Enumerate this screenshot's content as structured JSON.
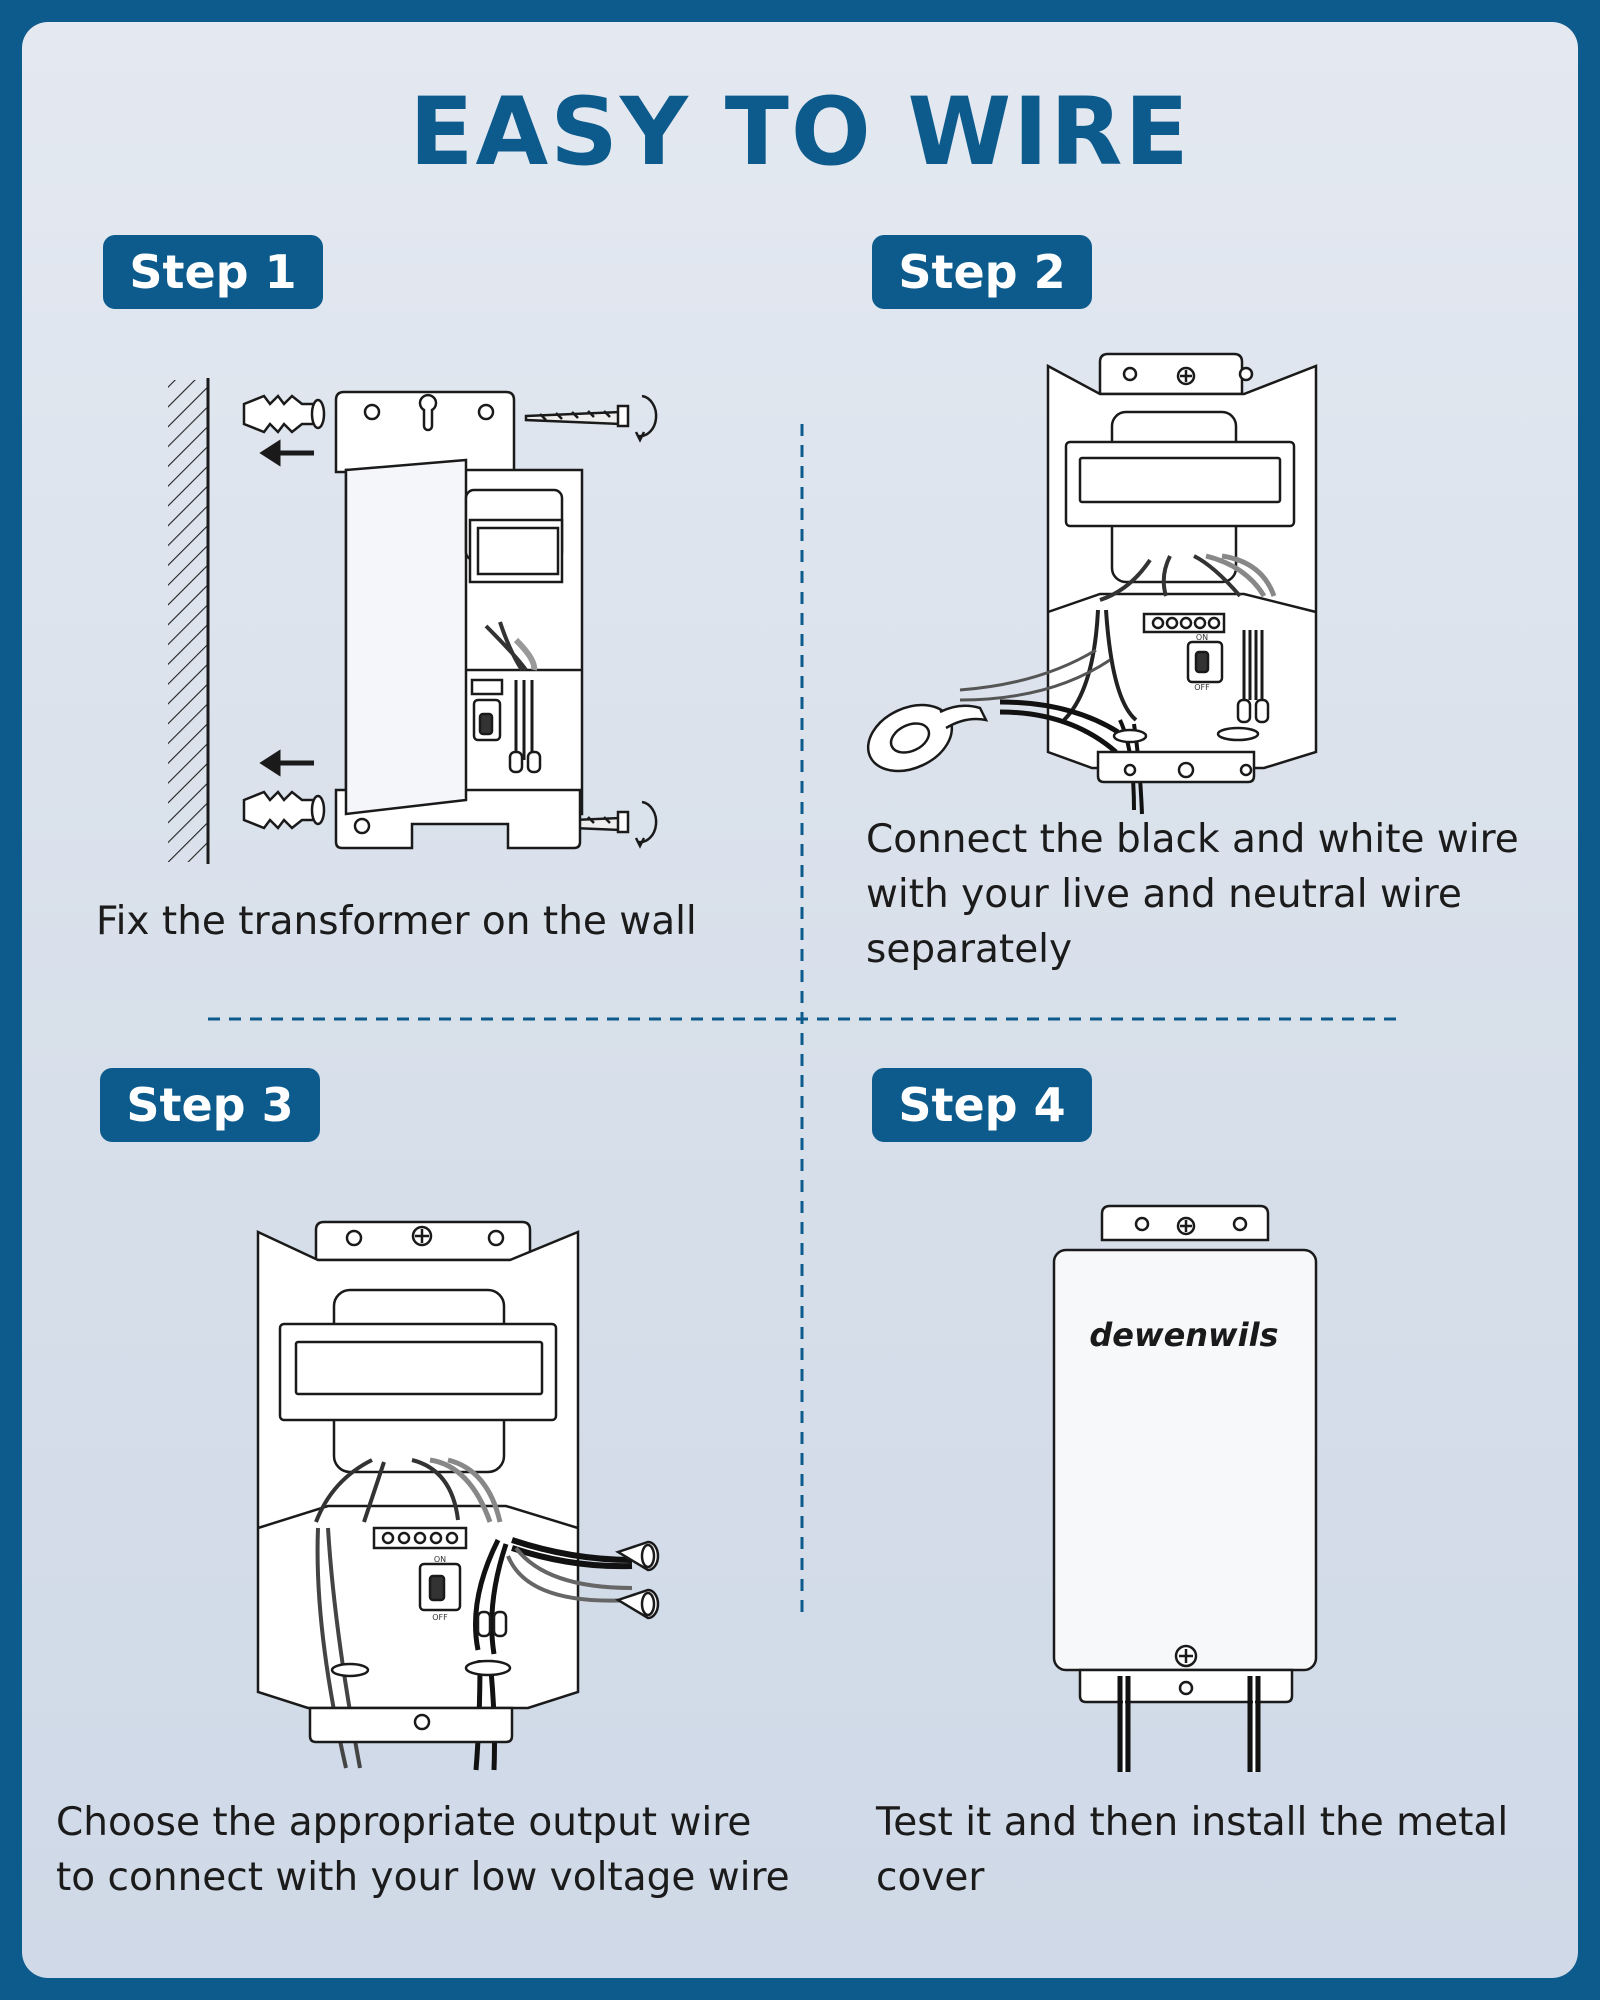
{
  "title": "EASY TO WIRE",
  "steps": [
    {
      "label": "Step 1",
      "lines": [
        "Fix the transformer on the wall"
      ]
    },
    {
      "label": "Step 2",
      "lines": [
        "Connect the black and white wire",
        "with your live and neutral wire",
        "separately"
      ]
    },
    {
      "label": "Step 3",
      "lines": [
        "Choose the appropriate output wire",
        "to connect with your low voltage wire"
      ]
    },
    {
      "label": "Step 4",
      "lines": [
        "Test it and then install the metal",
        "cover"
      ]
    }
  ],
  "brand": "dewenwils",
  "switch_labels": {
    "on": "ON",
    "off": "OFF"
  },
  "colors": {
    "brand_blue": "#0d5b8c",
    "panel": "#dde4ee"
  }
}
